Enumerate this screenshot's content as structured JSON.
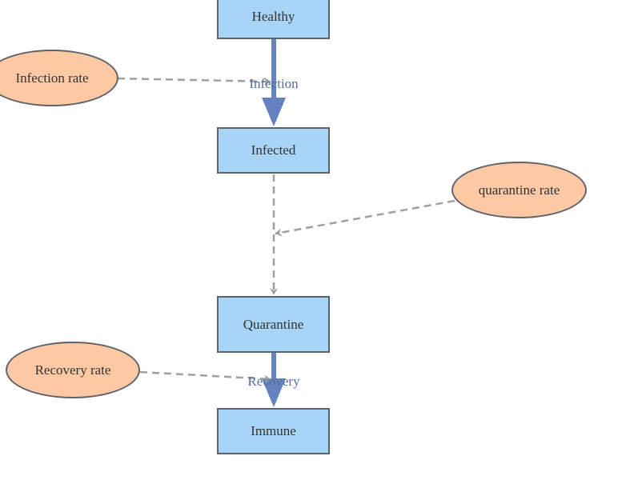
{
  "diagram": {
    "stocks": {
      "healthy": "Healthy",
      "infected": "Infected",
      "quarantine": "Quarantine",
      "immune": "Immune"
    },
    "flows": {
      "infection": "Infection",
      "recovery": "Recovery"
    },
    "parameters": {
      "infection_rate": "Infection rate",
      "quarantine_rate": "quarantine rate",
      "recovery_rate": "Recovery rate"
    },
    "colors": {
      "stock_fill": "#a8d4f7",
      "parameter_fill": "#fcc9a4",
      "flow_arrow": "#6582c0",
      "dependency_arrow": "#a0a0a0",
      "flow_label": "#56709e",
      "border": "#5f6368"
    }
  }
}
